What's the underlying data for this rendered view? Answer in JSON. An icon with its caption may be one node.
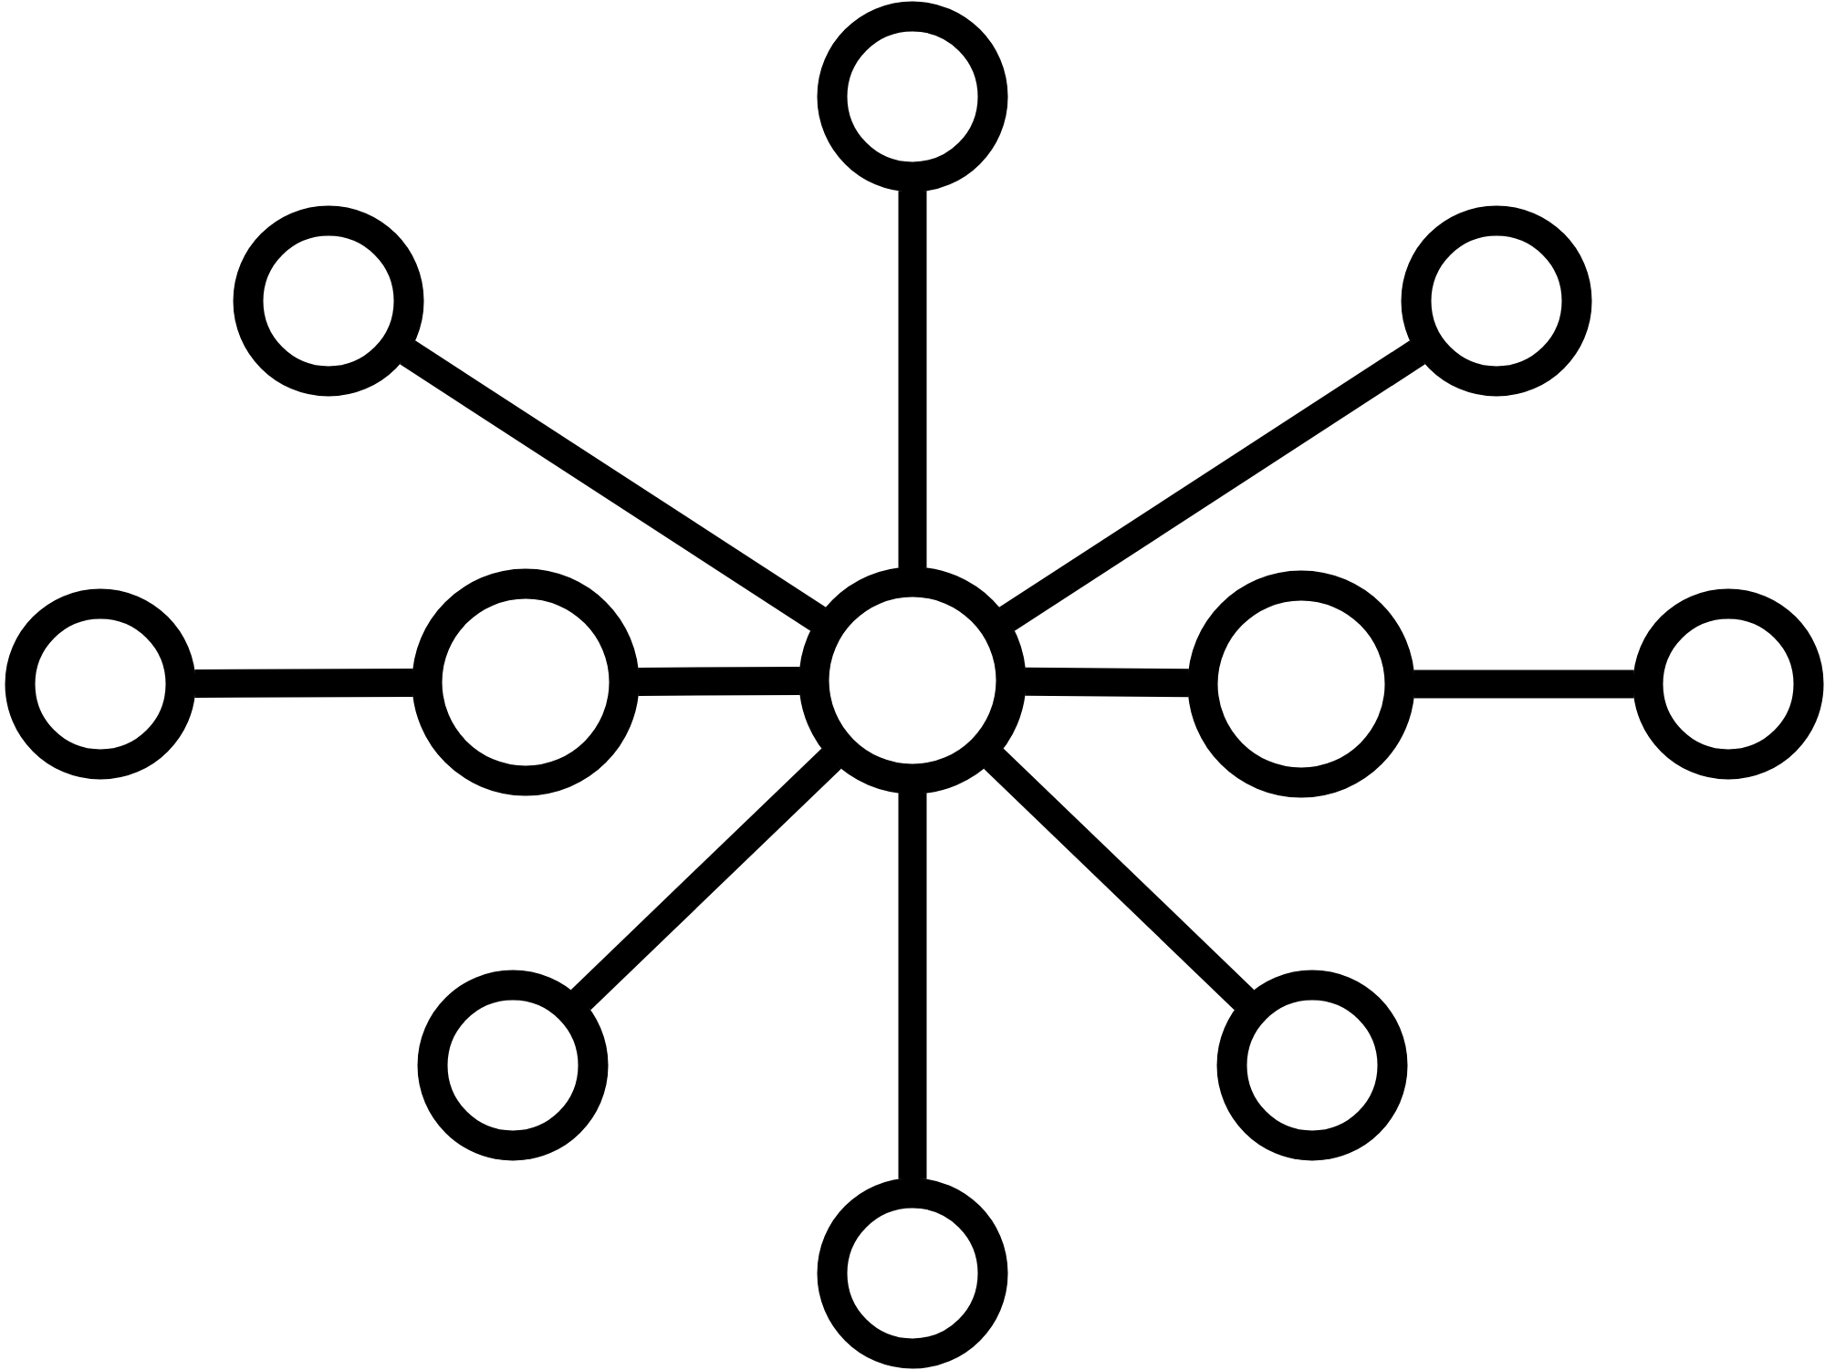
{
  "diagram": {
    "nodes": [
      {
        "text": [],
        "shape": "circle"
      },
      {
        "text": [],
        "shape": "circle"
      },
      {
        "text": [],
        "shape": "circle"
      },
      {
        "text": [],
        "shape": "circle"
      },
      {
        "text": [],
        "shape": "circle"
      },
      {
        "text": [],
        "shape": "circle"
      },
      {
        "text": [],
        "shape": "circle"
      },
      {
        "text": [],
        "shape": "circle"
      },
      {
        "text": [],
        "shape": "circle"
      },
      {
        "text": [],
        "shape": "circle"
      },
      {
        "text": [],
        "shape": "circle"
      }
    ],
    "edges": [
      {
        "from": 5,
        "to": 0,
        "arrow": "none"
      },
      {
        "from": 5,
        "to": 1,
        "arrow": "none"
      },
      {
        "from": 5,
        "to": 2,
        "arrow": "none"
      },
      {
        "from": 3,
        "to": 4,
        "arrow": "none"
      },
      {
        "from": 4,
        "to": 5,
        "arrow": "none"
      },
      {
        "from": 5,
        "to": 6,
        "arrow": "none"
      },
      {
        "from": 6,
        "to": 7,
        "arrow": "none"
      },
      {
        "from": 5,
        "to": 8,
        "arrow": "none"
      },
      {
        "from": 5,
        "to": 9,
        "arrow": "none"
      },
      {
        "from": 5,
        "to": 10,
        "arrow": "none"
      }
    ]
  }
}
